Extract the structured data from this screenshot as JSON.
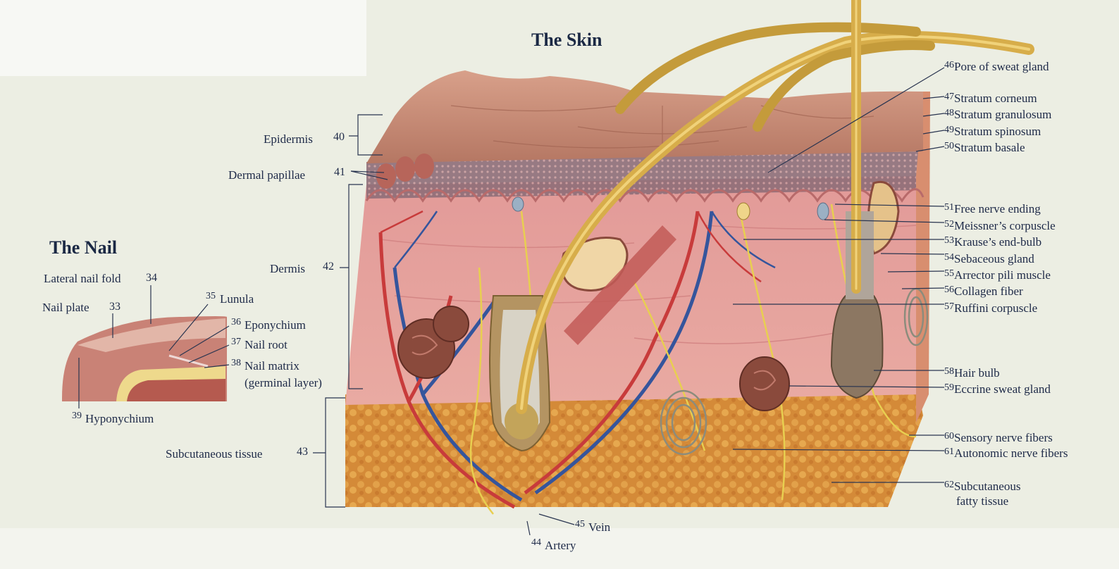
{
  "titles": {
    "skin": "The Skin",
    "nail": "The Nail"
  },
  "colors": {
    "background": "#eceee3",
    "label_text": "#1e2a48",
    "epidermis": "#c98b75",
    "dermis": "#e7a2a0",
    "subcutaneous": "#d78a3c",
    "hair": "#d7ad4a",
    "artery": "#c83b3b",
    "vein": "#35559c",
    "nerve": "#e8cf50",
    "gland": "#8a4a3c"
  },
  "nail_labels": {
    "lateral_nail_fold": "Lateral nail fold",
    "n34": "34",
    "nail_plate": "Nail plate",
    "n33": "33",
    "n35": "35",
    "lunula": "Lunula",
    "n36": "36",
    "eponychium": "Eponychium",
    "n37": "37",
    "nail_root": "Nail root",
    "n38": "38",
    "nail_matrix": "Nail matrix",
    "germinal_layer": "(germinal layer)",
    "n39": "39",
    "hyponychium": "Hyponychium"
  },
  "left_labels": {
    "epidermis": "Epidermis",
    "n40": "40",
    "dermal_papillae": "Dermal papillae",
    "n41": "41",
    "dermis": "Dermis",
    "n42": "42",
    "subcutaneous_tissue": "Subcutaneous tissue",
    "n43": "43"
  },
  "bottom_labels": {
    "n44": "44",
    "artery": "Artery",
    "n45": "45",
    "vein": "Vein"
  },
  "right_labels": [
    {
      "num": "46",
      "text": "Pore of sweat gland"
    },
    {
      "num": "47",
      "text": "Stratum corneum"
    },
    {
      "num": "48",
      "text": "Stratum granulosum"
    },
    {
      "num": "49",
      "text": "Stratum spinosum"
    },
    {
      "num": "50",
      "text": "Stratum basale"
    },
    {
      "num": "51",
      "text": "Free nerve ending"
    },
    {
      "num": "52",
      "text": "Meissner’s corpuscle"
    },
    {
      "num": "53",
      "text": "Krause’s end-bulb"
    },
    {
      "num": "54",
      "text": "Sebaceous gland"
    },
    {
      "num": "55",
      "text": "Arrector pili muscle"
    },
    {
      "num": "56",
      "text": "Collagen fiber"
    },
    {
      "num": "57",
      "text": "Ruffini corpuscle"
    },
    {
      "num": "58",
      "text": "Hair bulb"
    },
    {
      "num": "59",
      "text": "Eccrine sweat gland"
    },
    {
      "num": "60",
      "text": "Sensory nerve fibers"
    },
    {
      "num": "61",
      "text": "Autonomic nerve fibers"
    },
    {
      "num": "62",
      "text": "Subcutaneous"
    }
  ],
  "right_label_62_line2": "fatty tissue"
}
